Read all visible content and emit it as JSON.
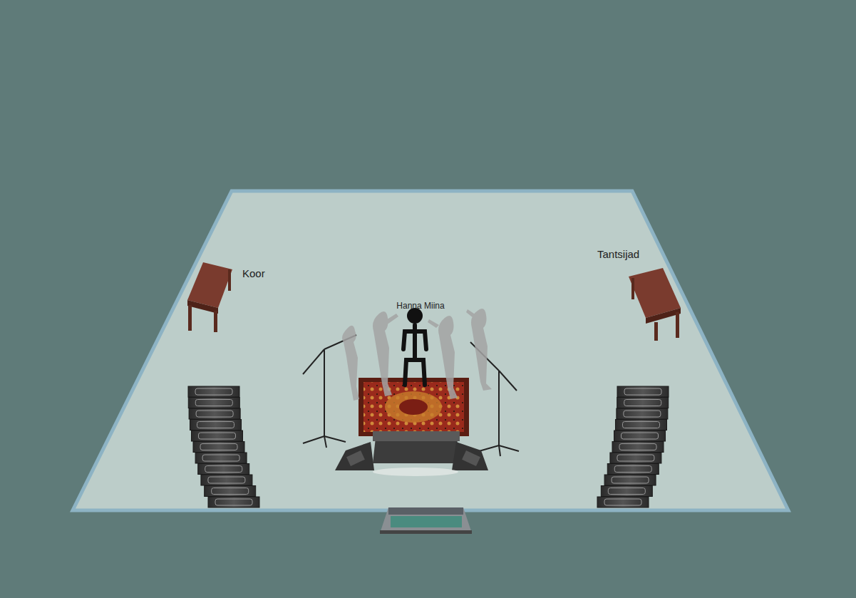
{
  "diagram": {
    "labels": [
      "Koor",
      "Hanna Miina",
      "Tantsijad"
    ]
  }
}
